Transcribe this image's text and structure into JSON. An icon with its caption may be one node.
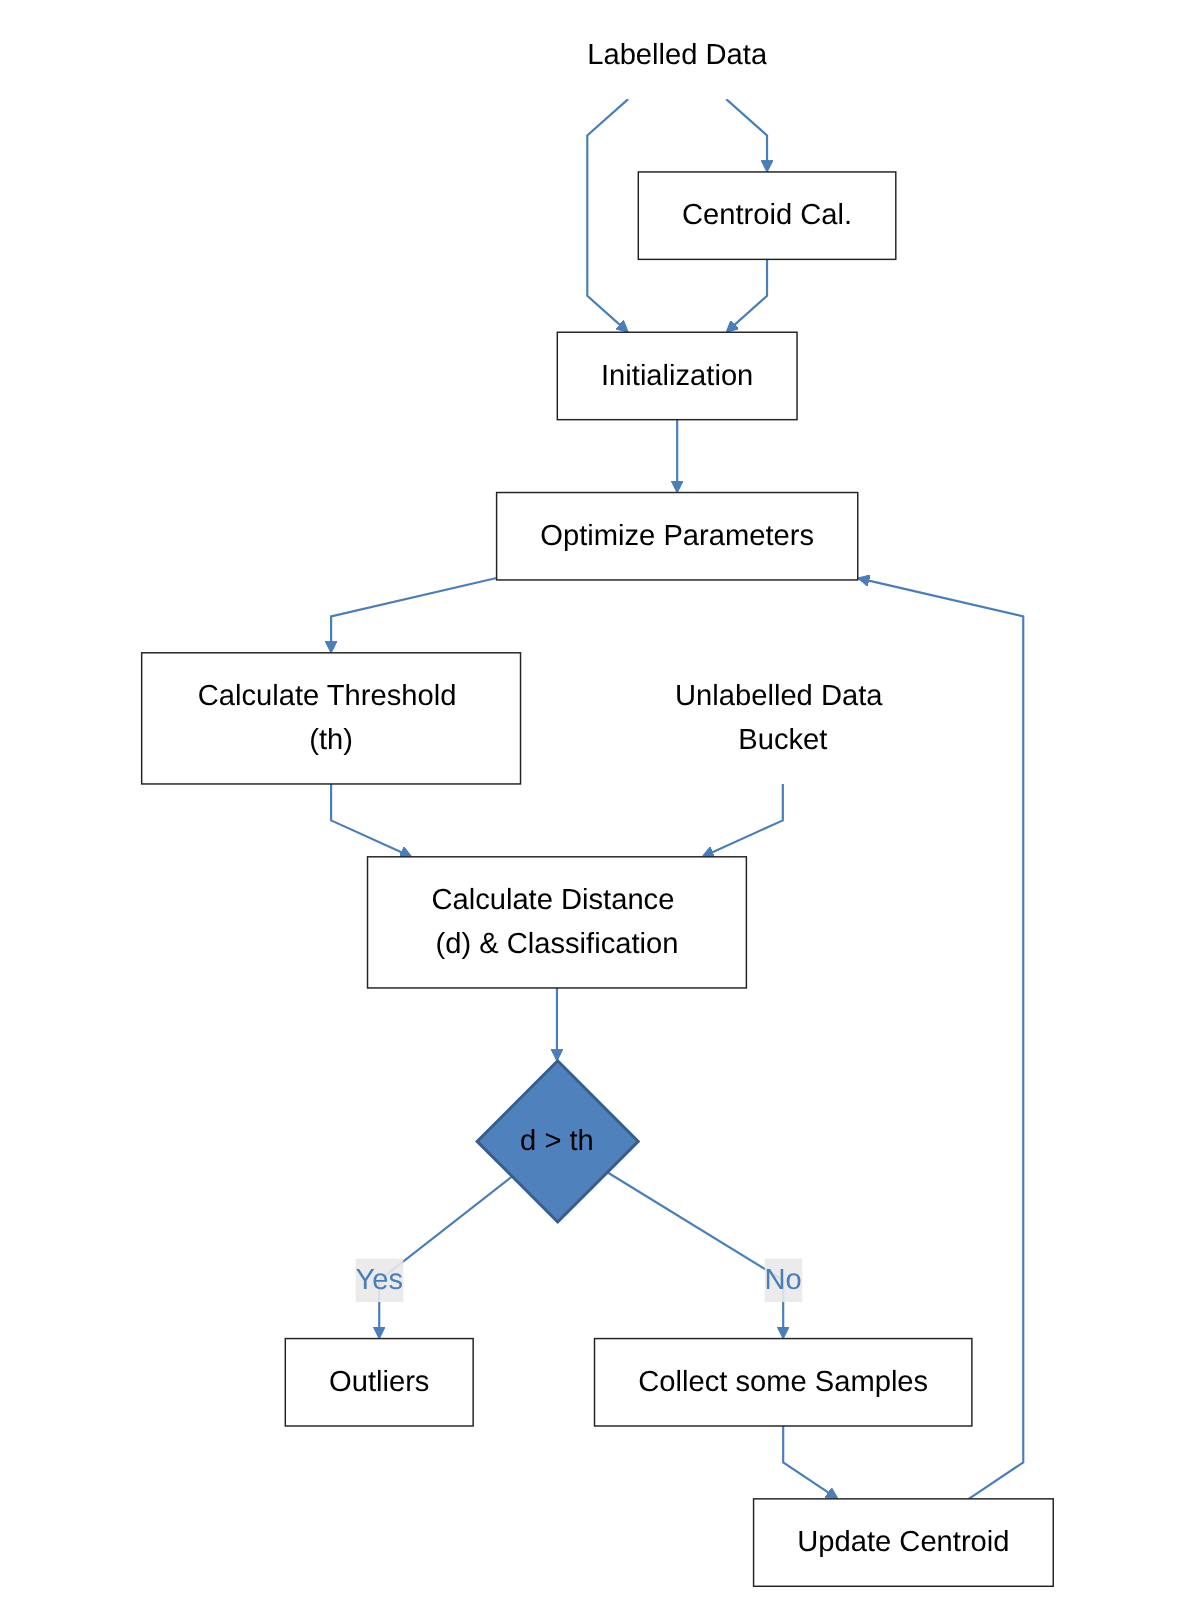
{
  "diagram": {
    "nodes": [
      {
        "text": [
          "Labelled Data"
        ]
      },
      {
        "text": [
          "Centroid Cal."
        ]
      },
      {
        "text": [
          "Initialization"
        ]
      },
      {
        "text": [
          "Optimize Parameters"
        ]
      },
      {
        "text": [
          "Calculate Threshold (th)"
        ]
      },
      {
        "text": [
          "Unlabelled Data Bucket"
        ]
      },
      {
        "text": [
          "Calculate Distance (d) & Classification"
        ]
      },
      {
        "text": [
          "d > th"
        ]
      },
      {
        "text": [
          "Outliers"
        ]
      },
      {
        "text": [
          "Collect some Samples"
        ]
      },
      {
        "text": [
          "Update Centroid"
        ]
      }
    ],
    "edges": [
      {
        "from": 0,
        "to": 1,
        "arrow": "to"
      },
      {
        "from": 0,
        "to": 2,
        "arrow": "to"
      },
      {
        "from": 1,
        "to": 2,
        "arrow": "to"
      },
      {
        "from": 2,
        "to": 3,
        "arrow": "to"
      },
      {
        "from": 3,
        "to": 4,
        "arrow": "to"
      },
      {
        "from": 4,
        "to": 6,
        "arrow": "to"
      },
      {
        "from": 5,
        "to": 6,
        "arrow": "to"
      },
      {
        "from": 6,
        "to": 7,
        "arrow": "to"
      },
      {
        "from": 7,
        "to": 8,
        "label": "Yes",
        "arrow": "to"
      },
      {
        "from": 7,
        "to": 9,
        "label": "No",
        "arrow": "to"
      },
      {
        "from": 9,
        "to": 10,
        "arrow": "to"
      },
      {
        "from": 10,
        "to": 3,
        "arrow": "to"
      }
    ]
  }
}
